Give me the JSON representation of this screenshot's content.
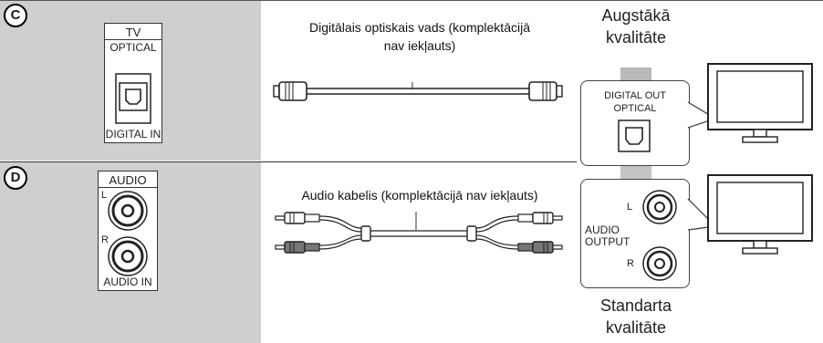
{
  "row_c": {
    "marker": "C",
    "tv_jack": {
      "top_label": "TV",
      "type_label": "OPTICAL",
      "bottom_label": "DIGITAL IN"
    },
    "cable_caption_line1": "Digitālais optiskais vads (komplektācijā",
    "cable_caption_line2": "nav iekļauts)",
    "source_jack": {
      "label_line1": "DIGITAL OUT",
      "label_line2": "OPTICAL"
    }
  },
  "row_d": {
    "marker": "D",
    "tv_jack": {
      "top_label": "AUDIO",
      "left_label": "L",
      "right_label": "R",
      "bottom_label": "AUDIO IN"
    },
    "cable_caption": "Audio kabelis (komplektācijā nav iekļauts)",
    "source_jack": {
      "label_line1": "AUDIO",
      "label_line2": "OUTPUT",
      "left_label": "L",
      "right_label": "R"
    }
  },
  "quality": {
    "high_line1": "Augstākā",
    "high_line2": "kvalitāte",
    "standard_line1": "Standarta",
    "standard_line2": "kvalitāte"
  }
}
